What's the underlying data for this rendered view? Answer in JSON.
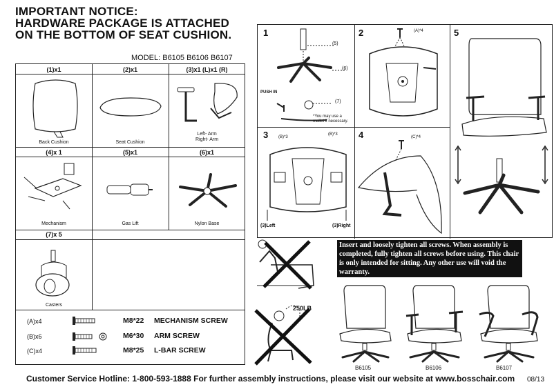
{
  "notice": {
    "line1": "IMPORTANT NOTICE:",
    "line2": "HARDWARE PACKAGE IS ATTACHED",
    "line3": "ON THE BOTTOM OF SEAT CUSHION."
  },
  "model": "MODEL:  B6105  B6106  B6107",
  "parts": [
    {
      "qty": "(1)x1",
      "name": "Back Cushion"
    },
    {
      "qty": "(2)x1",
      "name": "Seat Cushion"
    },
    {
      "qty": "(3)x1 (L)x1 (R)",
      "name_line1": "Left- Arm",
      "name_line2": "Right- Arm"
    },
    {
      "qty": "(4)x 1",
      "name": "Mechanism"
    },
    {
      "qty": "(5)x1",
      "name": "Gas Lift"
    },
    {
      "qty": "(6)x1",
      "name": "Nylon Base"
    },
    {
      "qty": "(7)x 5",
      "name": "Casters"
    }
  ],
  "screws": [
    {
      "qty": "(A)x4",
      "size": "M8*22",
      "name": "MECHANISM SCREW"
    },
    {
      "qty": "(B)x6",
      "size": "M6*30",
      "name": "ARM SCREW"
    },
    {
      "qty": "(C)x4",
      "size": "M8*25",
      "name": "L-BAR SCREW"
    }
  ],
  "steps": {
    "s1": {
      "num": "1",
      "l5": "(5)",
      "l6": "(6)",
      "l7": "(7)",
      "push": "PUSH IN",
      "mallet1": "*You may use a",
      "mallet2": "mallet if necessary."
    },
    "s2": {
      "num": "2",
      "label": "(A)*4"
    },
    "s3": {
      "num": "3",
      "lb1": "(B)*3",
      "lb2": "(B)*3",
      "left": "(3)Left",
      "right": "(3)Right"
    },
    "s4": {
      "num": "4",
      "label": "(C)*4"
    },
    "s5": {
      "num": "5"
    }
  },
  "weight_limit": "250LB",
  "warning": "Insert and loosely tighten all screws. When assembly is completed, fully tighten all screws before using. This chair is only intended for sitting. Any other use will void the warranty.",
  "chair_models": [
    "B6105",
    "B6106",
    "B6107"
  ],
  "footer": "Customer Service Hotline: 1-800-593-1888   For further assembly instructions,   please visit our website at   www.bosschair.com",
  "date": "08/13"
}
